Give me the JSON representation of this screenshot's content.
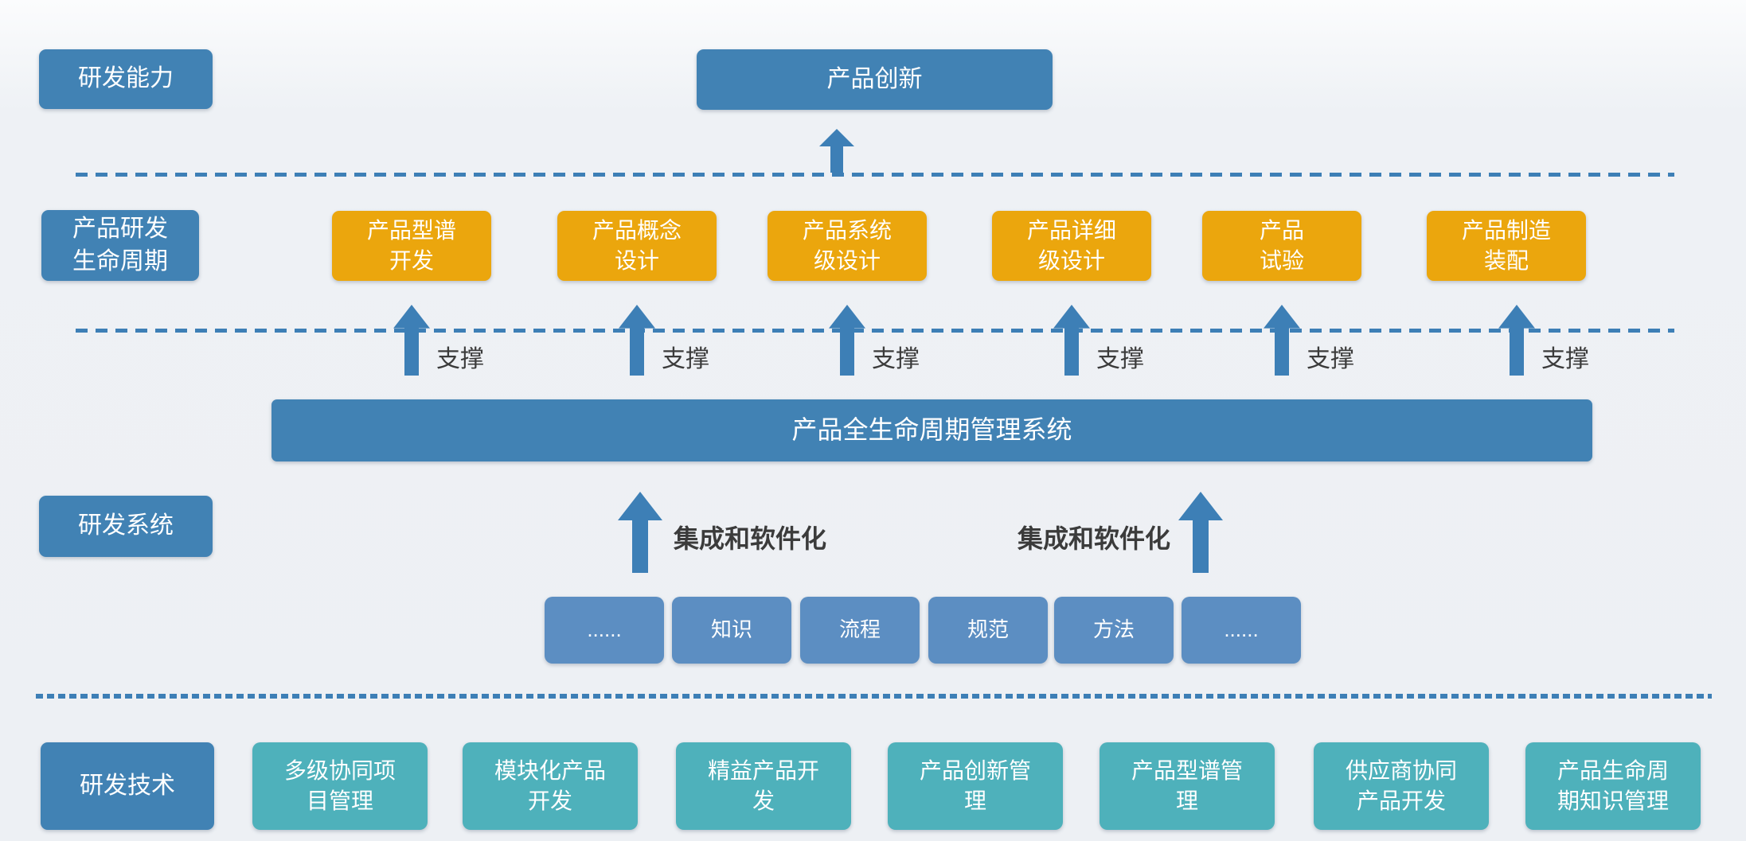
{
  "labels": {
    "rd_capability": "研发能力",
    "product_innovation": "产品创新",
    "rd_lifecycle": "产品研发\n生命周期",
    "rd_system": "研发系统",
    "rd_technology": "研发技术",
    "plm_system": "产品全生命周期管理系统",
    "support": "支撑",
    "integration": "集成和软件化"
  },
  "lifecycle_stages": [
    "产品型谱\n开发",
    "产品概念\n设计",
    "产品系统\n级设计",
    "产品详细\n级设计",
    "产品\n试验",
    "产品制造\n装配"
  ],
  "system_elements": [
    "......",
    "知识",
    "流程",
    "规范",
    "方法",
    "......"
  ],
  "technologies": [
    "多级协同项\n目管理",
    "模块化产品\n开发",
    "精益产品开\n发",
    "产品创新管\n理",
    "产品型谱管\n理",
    "供应商协同\n产品开发",
    "产品生命周\n期知识管理"
  ],
  "colors": {
    "primary_blue": "#4182b4",
    "light_blue": "#5c8ec2",
    "orange": "#eba60d",
    "teal": "#4eb1bb",
    "arrow_blue": "#3d7fb6",
    "text_gray": "#3b3b3b",
    "background": "#edf0f4"
  }
}
